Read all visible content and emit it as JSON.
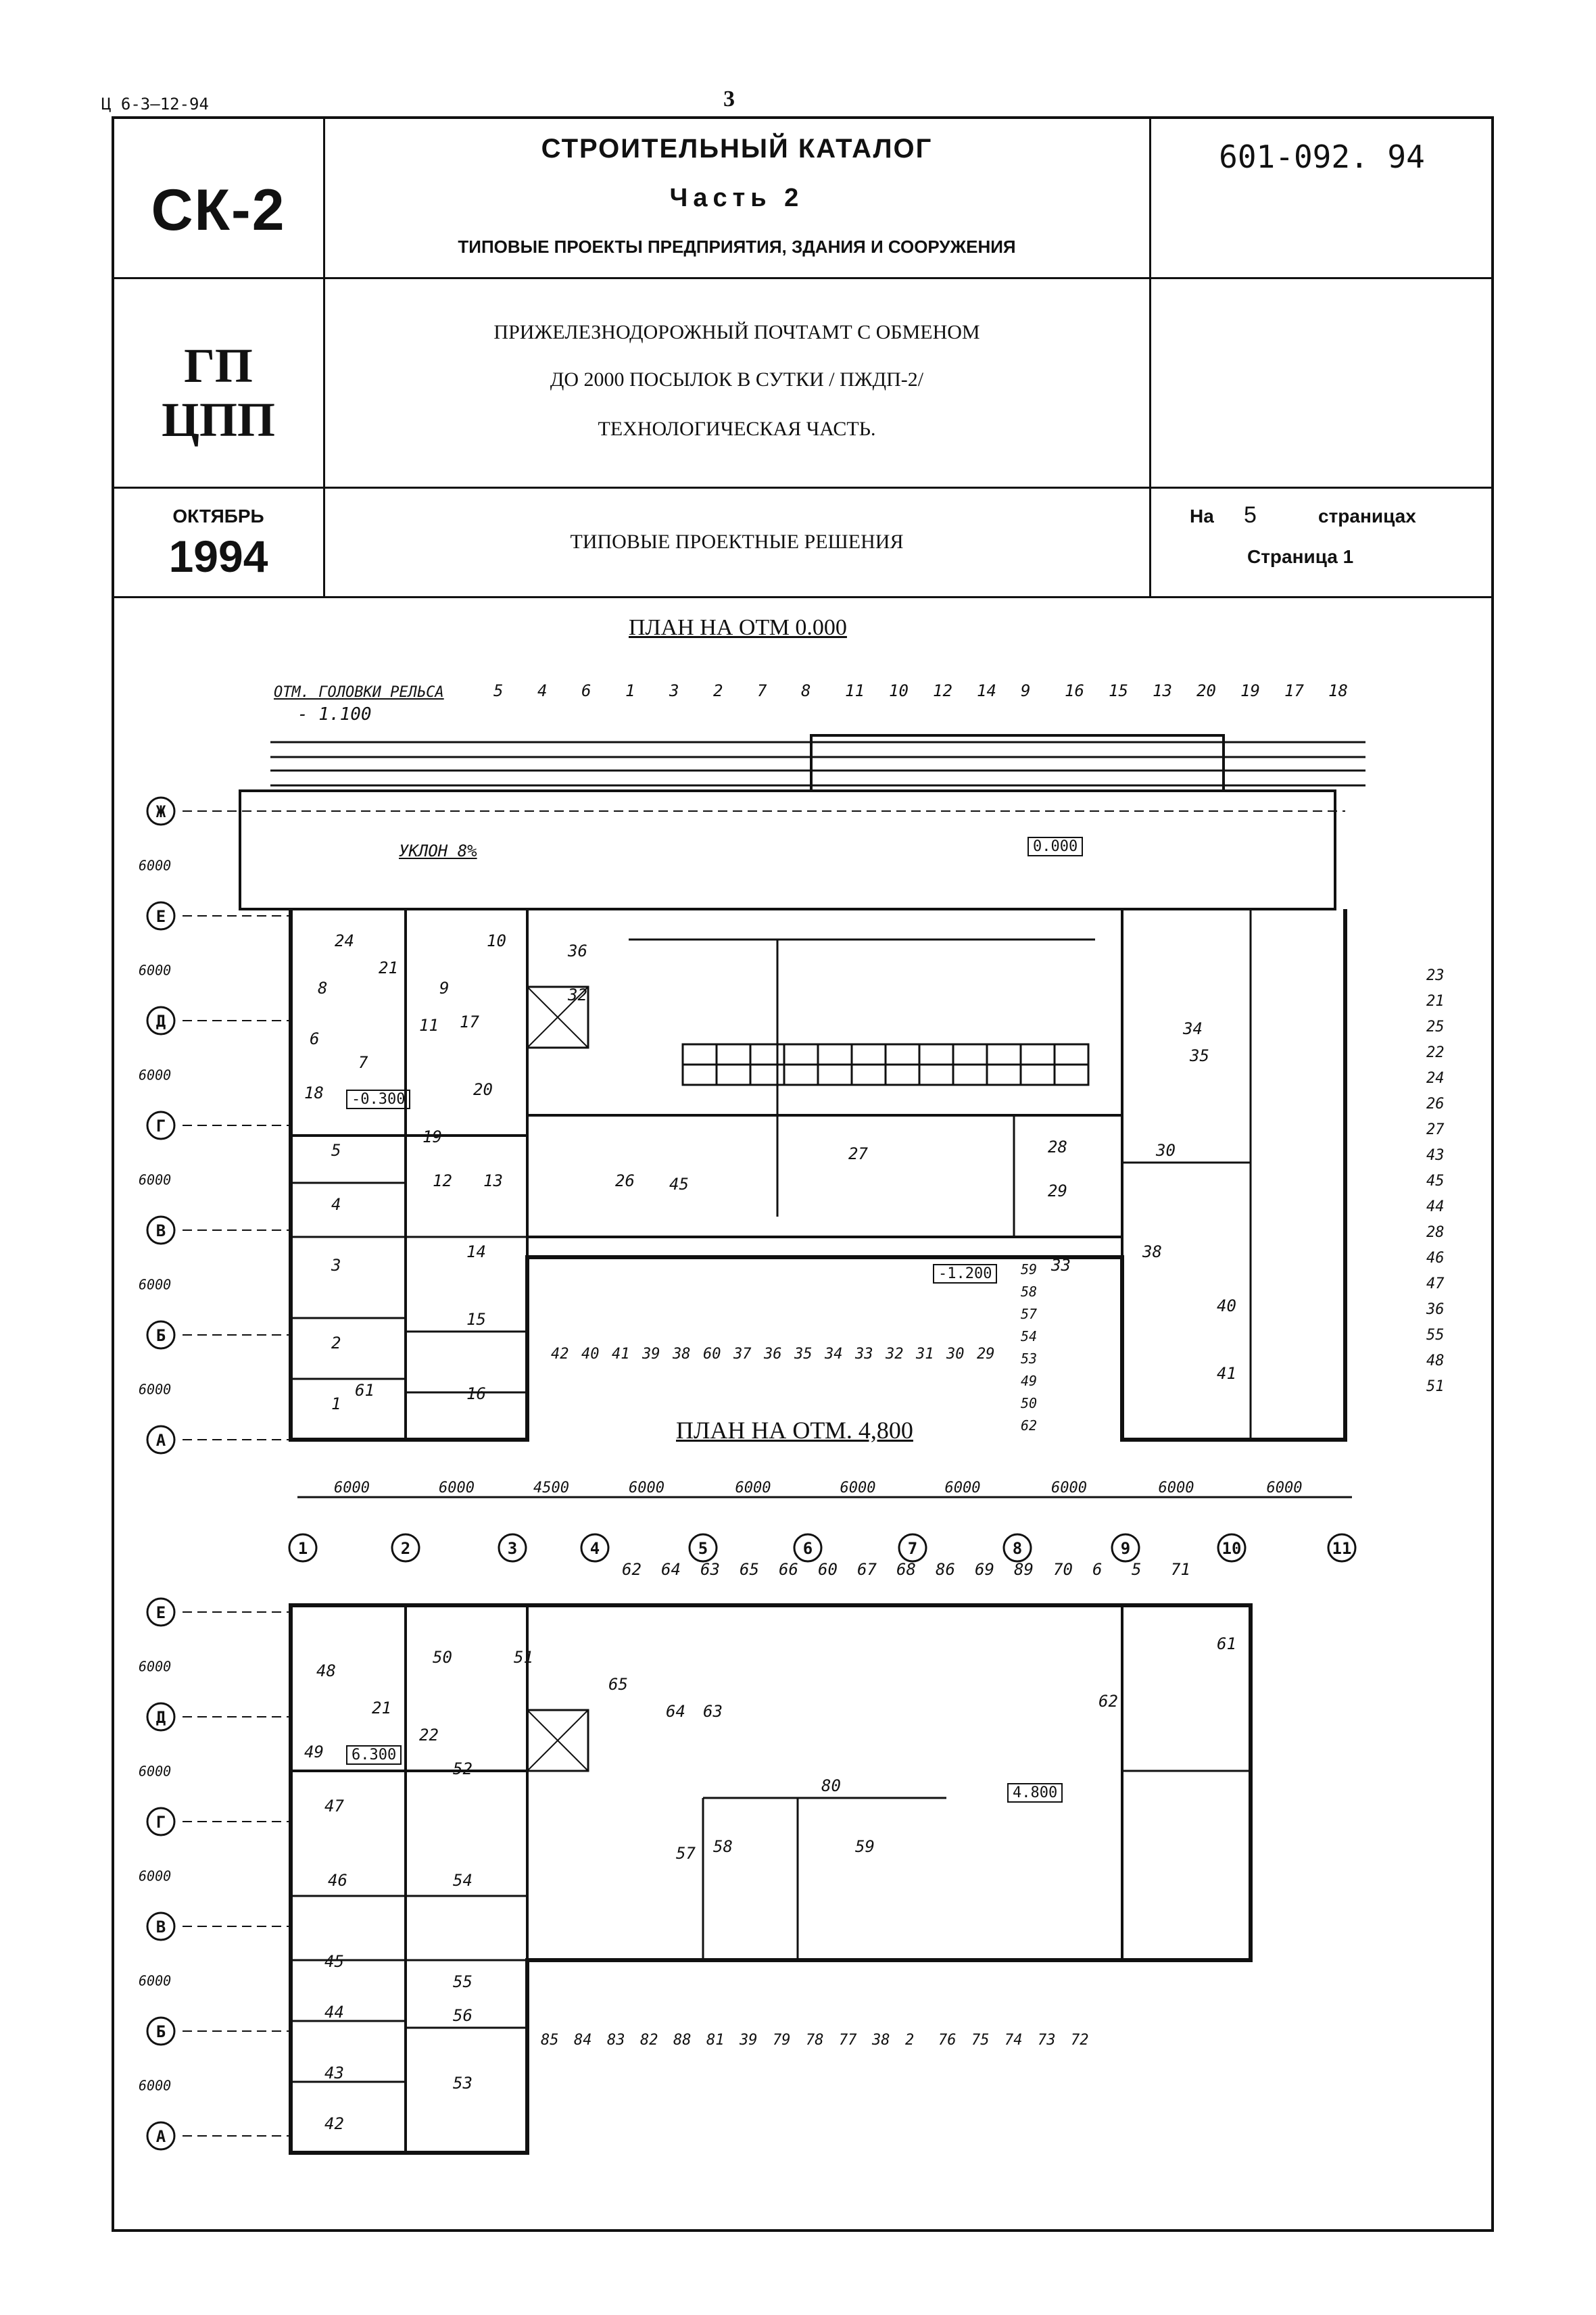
{
  "doc_code": "Ц 6-3—12-94",
  "page_number": "3",
  "header": {
    "series": "СК-2",
    "catalog_title": "СТРОИТЕЛЬНЫЙ КАТАЛОГ",
    "catalog_part": "Часть 2",
    "catalog_subtitle": "ТИПОВЫЕ ПРОЕКТЫ ПРЕДПРИЯТИЯ, ЗДАНИЯ И СООРУЖЕНИЯ",
    "project_number": "601-092. 94",
    "org_line1": "ГП",
    "org_line2": "ЦПП",
    "project_title_line1": "ПРИЖЕЛЕЗНОДОРОЖНЫЙ ПОЧТАМТ С ОБМЕНОМ",
    "project_title_line2": "ДО 2000 ПОСЫЛОК В СУТКИ / ПЖДП-2/",
    "project_title_line3": "ТЕХНОЛОГИЧЕСКАЯ  ЧАСТЬ.",
    "date_month": "ОКТЯБРЬ",
    "date_year": "1994",
    "doc_type": "ТИПОВЫЕ ПРОЕКТНЫЕ РЕШЕНИЯ",
    "pages_prefix": "На",
    "pages_count": "5",
    "pages_suffix": "страницах",
    "page_label": "Страница 1"
  },
  "plan_top": {
    "title": "ПЛАН НА ОТМ  0.000",
    "rail_note": "ОТМ. ГОЛОВКИ РЕЛЬСА",
    "rail_level": "- 1.100",
    "slope": "УКЛОН 8%",
    "level_0": "0.000",
    "level_minus03": "-0.300",
    "level_minus12": "-1.200",
    "top_callouts": [
      "5",
      "4",
      "6",
      "1",
      "3",
      "2",
      "7",
      "8",
      "11",
      "10",
      "12",
      "14",
      "9",
      "16",
      "15",
      "13",
      "20",
      "19",
      "17",
      "18"
    ],
    "bottom_callouts": [
      "42",
      "40",
      "41",
      "39",
      "38",
      "60",
      "37",
      "36",
      "35",
      "34",
      "33",
      "32",
      "31",
      "30",
      "29"
    ],
    "right_callouts": [
      "23",
      "21",
      "25",
      "22",
      "24",
      "26",
      "27",
      "43",
      "45",
      "44",
      "28",
      "46",
      "47",
      "36",
      "55",
      "48",
      "51"
    ],
    "room_numbers": [
      "24",
      "8",
      "10",
      "6",
      "7",
      "18",
      "20",
      "5",
      "4",
      "3",
      "2",
      "1",
      "19",
      "12",
      "13",
      "14",
      "15",
      "16",
      "21",
      "9",
      "11",
      "17",
      "36",
      "32",
      "35",
      "27",
      "28",
      "29",
      "30",
      "33",
      "34",
      "38",
      "40",
      "41",
      "26",
      "45",
      "61"
    ],
    "left_callouts": [
      "59",
      "58",
      "57",
      "54",
      "53",
      "49",
      "50",
      "62"
    ]
  },
  "plan_bottom": {
    "title": "ПЛАН НА ОТМ. 4,800",
    "level_63": "6.300",
    "level_48": "4.800",
    "top_callouts": [
      "62",
      "64",
      "63",
      "65",
      "66",
      "60",
      "67",
      "68",
      "86",
      "69",
      "89",
      "70",
      "6",
      "5",
      "71"
    ],
    "bottom_callouts": [
      "85",
      "84",
      "83",
      "82",
      "88",
      "81",
      "39",
      "79",
      "78",
      "77",
      "38",
      "2",
      "76",
      "75",
      "74",
      "73",
      "72"
    ],
    "room_numbers": [
      "48",
      "21",
      "50",
      "51",
      "65",
      "49",
      "22",
      "52",
      "47",
      "46",
      "45",
      "44",
      "43",
      "42",
      "54",
      "55",
      "56",
      "53",
      "64",
      "63",
      "80",
      "58",
      "59",
      "61",
      "62",
      "57"
    ]
  },
  "axes": {
    "rows_top": [
      "Ж",
      "Е",
      "Д",
      "Г",
      "В",
      "Б",
      "А"
    ],
    "rows_bottom": [
      "Е",
      "Д",
      "Г",
      "В",
      "Б",
      "А"
    ],
    "columns": [
      "1",
      "2",
      "3",
      "4",
      "5",
      "6",
      "7",
      "8",
      "9",
      "10",
      "11"
    ],
    "spacings": [
      "6000",
      "6000",
      "4500",
      "6000",
      "6000",
      "6000",
      "6000",
      "6000",
      "6000",
      "6000"
    ],
    "row_spacing": "6000"
  }
}
